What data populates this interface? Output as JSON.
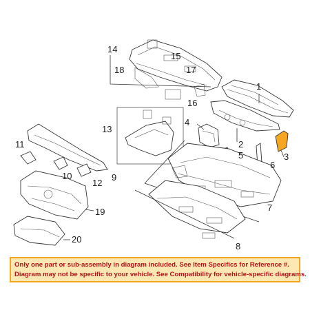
{
  "callouts": {
    "c1": "1",
    "c2": "2",
    "c3": "3",
    "c4": "4",
    "c5": "5",
    "c6": "6",
    "c7": "7",
    "c8": "8",
    "c9": "9",
    "c10": "10",
    "c11": "11",
    "c12": "12",
    "c13": "13",
    "c14": "14",
    "c15": "15",
    "c16": "16",
    "c17": "17",
    "c18": "18",
    "c19": "19",
    "c20": "20"
  },
  "notice": {
    "line1": "Only one part or sub-assembly in diagram included. See Item Specifics for Reference #.",
    "line2": "Diagram may not be specific to your vehicle. See Compatibility for vehicle-specific diagrams."
  },
  "colors": {
    "notice_bg": "#fde7b3",
    "notice_border": "#f3a51e",
    "notice_text": "#b5121b",
    "highlight_part": "#f5a623"
  }
}
